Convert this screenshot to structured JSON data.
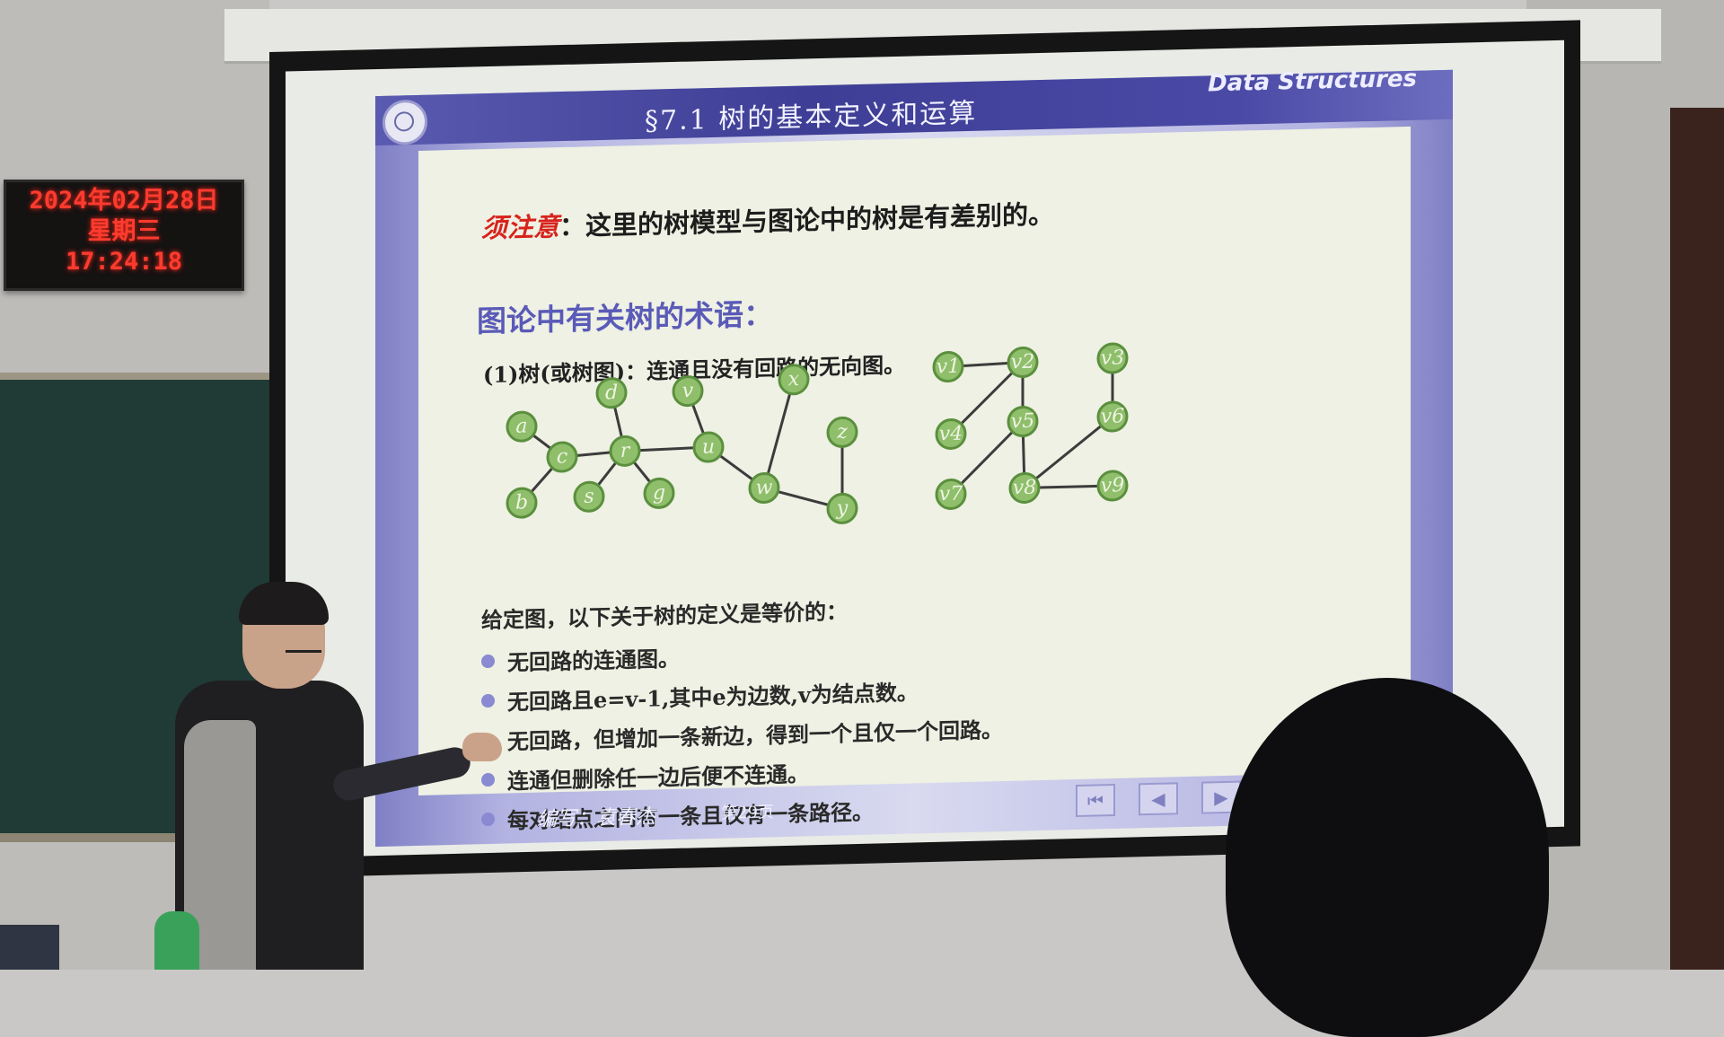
{
  "clock": {
    "date": "2024年02月28日",
    "weekday": "星期三",
    "time": "17:24:18"
  },
  "slide": {
    "title": "§7.1  树的基本定义和运算",
    "brand": "Data Structures",
    "note_label": "须注意",
    "note_text": "：这里的树模型与图论中的树是有差别的。",
    "section_heading": "图论中有关树的术语：",
    "tree_definition": "(1)树(或树图)：连通且没有回路的无向图。",
    "given_intro": "给定图，以下关于树的定义是等价的：",
    "bullets": [
      "无回路的连通图。",
      "无回路且e=v-1,其中e为边数,v为结点数。",
      "无回路，但增加一条新边，得到一个且仅一个回路。",
      "连通但删除任一边后便不连通。",
      "每对结点之间有一条且仅有一条路径。"
    ],
    "footer_author": "编写：袁春杰",
    "footer_page": "第29页",
    "nav": {
      "first": "⏮",
      "prev": "◀",
      "next": "▶"
    }
  },
  "colors": {
    "node_fill": "#8fbf6b",
    "accent": "#5a5ab8",
    "note_red": "#d8231d",
    "led": "#ff3b2f"
  },
  "graph_left": {
    "nodes": [
      "a",
      "c",
      "b",
      "d",
      "r",
      "s",
      "g",
      "v",
      "u",
      "x",
      "w",
      "z",
      "y"
    ],
    "edges": [
      [
        "a",
        "c"
      ],
      [
        "b",
        "c"
      ],
      [
        "c",
        "r"
      ],
      [
        "d",
        "r"
      ],
      [
        "r",
        "s"
      ],
      [
        "r",
        "g"
      ],
      [
        "r",
        "u"
      ],
      [
        "v",
        "u"
      ],
      [
        "u",
        "w"
      ],
      [
        "x",
        "w"
      ],
      [
        "w",
        "y"
      ],
      [
        "z",
        "y"
      ]
    ]
  },
  "graph_right": {
    "nodes": [
      "v1",
      "v2",
      "v3",
      "v4",
      "v5",
      "v6",
      "v7",
      "v8",
      "v9"
    ],
    "edges": [
      [
        "v1",
        "v2"
      ],
      [
        "v2",
        "v4"
      ],
      [
        "v2",
        "v5"
      ],
      [
        "v3",
        "v6"
      ],
      [
        "v5",
        "v8"
      ],
      [
        "v7",
        "v5"
      ],
      [
        "v6",
        "v8"
      ],
      [
        "v8",
        "v9"
      ]
    ]
  }
}
